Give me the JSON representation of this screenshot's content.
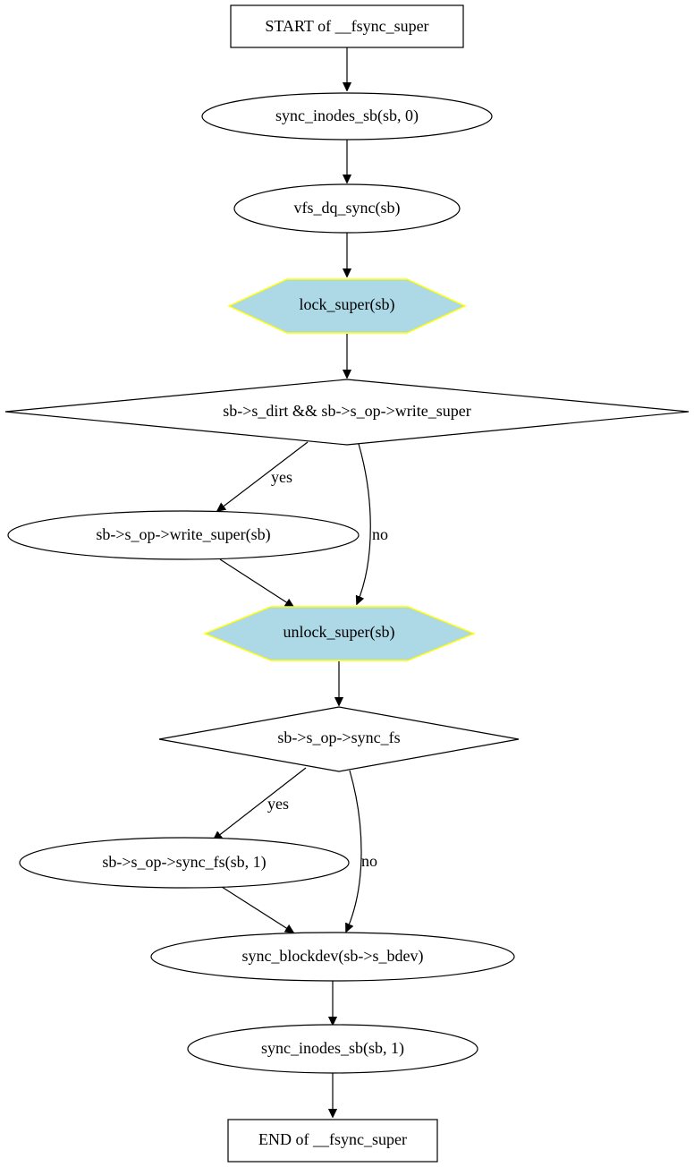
{
  "colors": {
    "stroke": "#000000",
    "text": "#000000",
    "background": "#ffffff",
    "lock_fill": "#add8e6",
    "lock_border": "#ffff00"
  },
  "nodes": {
    "start": "START of __fsync_super",
    "sync_inodes_0": "sync_inodes_sb(sb, 0)",
    "vfs_dq_sync": "vfs_dq_sync(sb)",
    "lock_super": "lock_super(sb)",
    "check_dirt": "sb->s_dirt && sb->s_op->write_super",
    "write_super": "sb->s_op->write_super(sb)",
    "unlock_super": "unlock_super(sb)",
    "check_sync_fs": "sb->s_op->sync_fs",
    "sync_fs": "sb->s_op->sync_fs(sb, 1)",
    "sync_blockdev": "sync_blockdev(sb->s_bdev)",
    "sync_inodes_1": "sync_inodes_sb(sb, 1)",
    "end": "END of __fsync_super"
  },
  "edge_labels": {
    "dirt_yes": "yes",
    "dirt_no": "no",
    "syncfs_yes": "yes",
    "syncfs_no": "no"
  }
}
